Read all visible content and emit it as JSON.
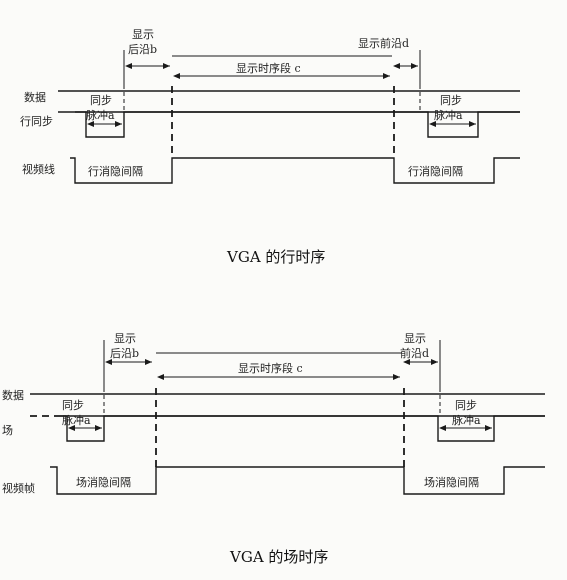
{
  "horizontal": {
    "caption": "VGA 的行时序",
    "row_labels": {
      "data": "数据",
      "sync": "行同步",
      "video": "视频线"
    },
    "back_porch": {
      "line1": "显示",
      "line2": "后沿b"
    },
    "front_porch": "显示前沿d",
    "display_segment": "显示时序段 c",
    "sync_pulse_left": {
      "line1": "同步",
      "line2": "脉冲a"
    },
    "sync_pulse_right": {
      "line1": "同步",
      "line2": "脉冲a"
    },
    "blank_left": "行消隐间隔",
    "blank_right": "行消隐间隔"
  },
  "vertical": {
    "caption": "VGA 的场时序",
    "row_labels": {
      "data": "数据",
      "sync": "场",
      "video": "视频帧"
    },
    "back_porch": {
      "line1": "显示",
      "line2": "后沿b"
    },
    "front_porch": {
      "line1": "显示",
      "line2": "前沿d"
    },
    "display_segment": "显示时序段 c",
    "sync_pulse_left": {
      "line1": "同步",
      "line2": "脉冲a"
    },
    "sync_pulse_right": {
      "line1": "同步",
      "line2": "脉冲a"
    },
    "blank_left": "场消隐间隔",
    "blank_right": "场消隐间隔"
  }
}
